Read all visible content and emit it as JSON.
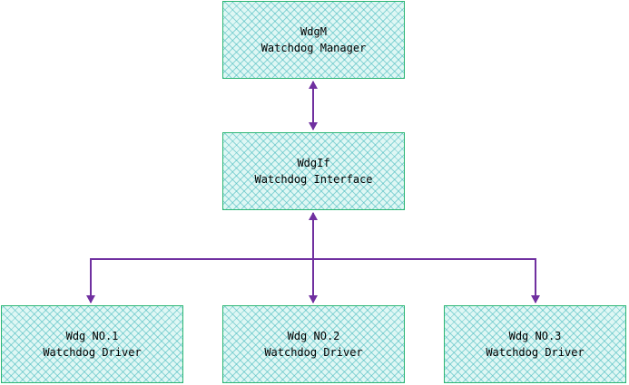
{
  "diagram": {
    "nodes": [
      {
        "id": "wdgm",
        "line1": "WdgM",
        "line2": "Watchdog Manager"
      },
      {
        "id": "wdgif",
        "line1": "WdgIf",
        "line2": "Watchdog Interface"
      },
      {
        "id": "wdg1",
        "line1": "Wdg NO.1",
        "line2": "Watchdog Driver"
      },
      {
        "id": "wdg2",
        "line1": "Wdg NO.2",
        "line2": "Watchdog Driver"
      },
      {
        "id": "wdg3",
        "line1": "Wdg NO.3",
        "line2": "Watchdog Driver"
      }
    ],
    "edges": [
      {
        "from": "wdgm",
        "to": "wdgif",
        "arrows": "both"
      },
      {
        "from": "wdgif",
        "to": "wdg1",
        "arrows": "both"
      },
      {
        "from": "wdgif",
        "to": "wdg2",
        "arrows": "both"
      },
      {
        "from": "wdgif",
        "to": "wdg3",
        "arrows": "both"
      }
    ],
    "colors": {
      "connector": "#7030a0",
      "box_border": "#2bb673",
      "box_fill": "#dff7f4",
      "box_hatch": "#46b9be"
    }
  }
}
